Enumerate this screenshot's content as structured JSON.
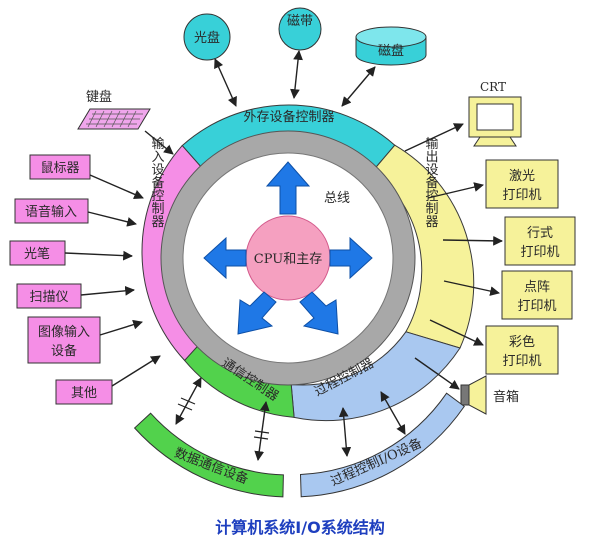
{
  "caption": "计算机系统I/O系统结构",
  "center": {
    "core": "CPU和主存",
    "bus": "总线"
  },
  "controllers": {
    "external_storage": "外存设备控制器",
    "input": "输入设备控制器",
    "output": "输出设备控制器",
    "communication": "通信控制器",
    "process": "过程控制器"
  },
  "storage_devices": {
    "optical_disk": "光盘",
    "tape": "磁带",
    "magnetic_disk": "磁盘"
  },
  "input_devices": {
    "keyboard": "键盘",
    "mouse": "鼠标器",
    "voice_input": "语音输入",
    "light_pen": "光笔",
    "scanner": "扫描仪",
    "image_input": "图像输入设备",
    "other": "其他"
  },
  "output_devices": {
    "crt": "CRT",
    "laser_printer": "激光打印机",
    "line_printer": "行式打印机",
    "dot_matrix_printer": "点阵打印机",
    "color_printer": "彩色打印机",
    "speaker": "音箱"
  },
  "bottom_devices": {
    "data_comm": "数据通信设备",
    "process_io": "过程控制I/O设备"
  },
  "colors": {
    "cyan": "#38d0d8",
    "pink": "#f58ee6",
    "yellow": "#f6f29a",
    "green": "#52d24c",
    "light_blue": "#a9c8f0",
    "gray_ring": "#9a9a9a",
    "core_pink": "#f5a0c0",
    "arrow_blue": "#1f78e6",
    "caption_blue": "#1e3fbf"
  }
}
